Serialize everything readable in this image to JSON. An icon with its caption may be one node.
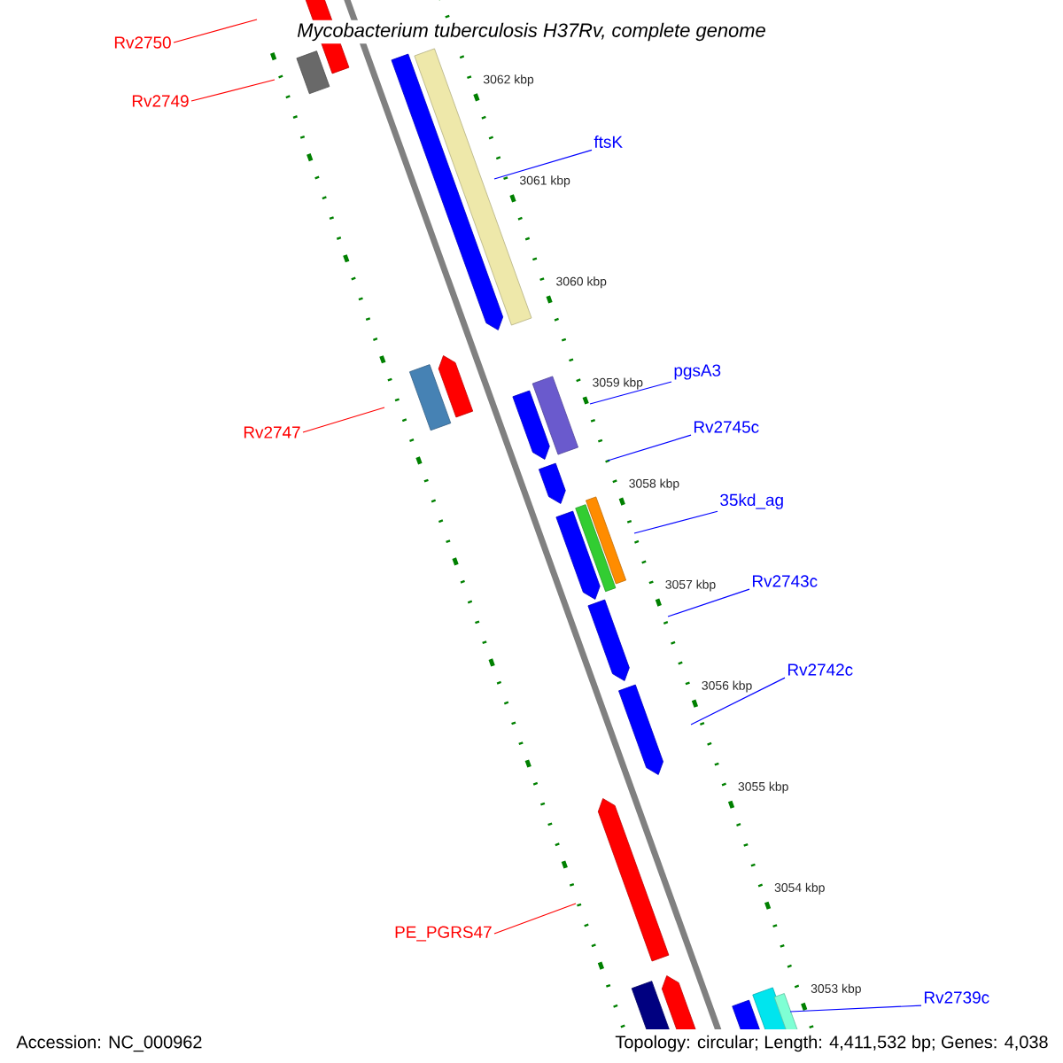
{
  "diagram": {
    "title": "Mycobacterium tuberculosis H37Rv, complete genome",
    "nodes": [
      {
        "text": [
          "Rv2750"
        ]
      },
      {
        "text": [
          "Rv2749"
        ]
      },
      {
        "text": [
          "ftsK"
        ]
      },
      {
        "text": [
          "pgsA3"
        ]
      },
      {
        "text": [
          "Rv2745c"
        ]
      },
      {
        "text": [
          "35kd_ag"
        ]
      },
      {
        "text": [
          "Rv2747"
        ]
      },
      {
        "text": [
          "Rv2743c"
        ]
      },
      {
        "text": [
          "Rv2742c"
        ]
      },
      {
        "text": [
          "PE_PGRS47"
        ]
      },
      {
        "text": [
          "Rv2739c"
        ]
      }
    ],
    "edges": [
      {
        "from": 0,
        "to": null,
        "arrow": "none",
        "color": "#ff0000"
      },
      {
        "from": 1,
        "to": null,
        "arrow": "none",
        "color": "#ff0000"
      },
      {
        "from": 2,
        "to": null,
        "arrow": "none"
      },
      {
        "from": 3,
        "to": null,
        "arrow": "none"
      },
      {
        "from": 4,
        "to": null,
        "arrow": "none"
      },
      {
        "from": 5,
        "to": null,
        "arrow": "none"
      },
      {
        "from": 6,
        "to": null,
        "arrow": "none",
        "color": "#ff0000"
      },
      {
        "from": 7,
        "to": null,
        "arrow": "none"
      },
      {
        "from": 8,
        "to": null,
        "arrow": "none"
      },
      {
        "from": 9,
        "to": null,
        "arrow": "none",
        "color": "#ff0000"
      },
      {
        "from": 10,
        "to": null,
        "arrow": "none"
      }
    ],
    "labels": [
      "3062 kbp",
      "3061 kbp",
      "3060 kbp",
      "3059 kbp",
      "3058 kbp",
      "3057 kbp",
      "3056 kbp",
      "3055 kbp",
      "3054 kbp",
      "3053 kbp",
      "Accession: NC_000962",
      "Topology: circular; Length: 4,411,532 bp; Genes: 4,038"
    ]
  }
}
